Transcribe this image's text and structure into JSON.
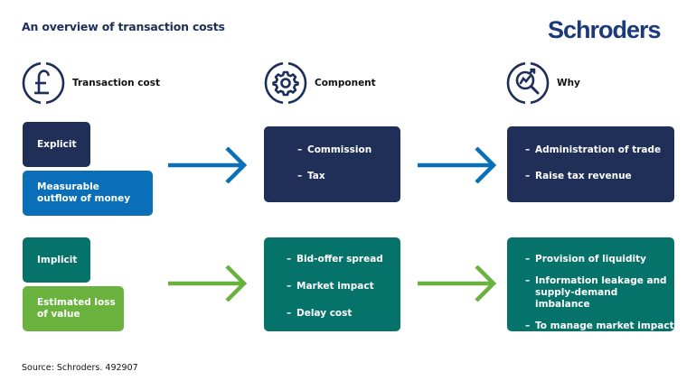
{
  "title": "An overview of transaction costs",
  "logo": "Schroders",
  "colors": {
    "navy": "#1f2f57",
    "blue": "#0a6fb8",
    "teal": "#06736a",
    "green": "#6ab23e",
    "title": "#1d2e5b",
    "logo": "#1a3a7a"
  },
  "columns": [
    {
      "label": "Transaction cost",
      "icon": "pound-sterling-icon"
    },
    {
      "label": "Component",
      "icon": "gear-icon"
    },
    {
      "label": "Why",
      "icon": "magnifier-chart-icon"
    }
  ],
  "rows": [
    {
      "type": "Explicit",
      "description": "Measurable outflow of money",
      "components": [
        "Commission",
        "Tax"
      ],
      "reasons": [
        "Administration of trade",
        "Raise tax revenue"
      ]
    },
    {
      "type": "Implicit",
      "description": "Estimated loss of value",
      "components": [
        "Bid-offer spread",
        "Market impact",
        "Delay cost"
      ],
      "reasons": [
        "Provision of liquidity",
        "Information leakage and supply-demand imbalance",
        "To manage market impact"
      ]
    }
  ],
  "dash": "–",
  "source": "Source: Schroders. 492907"
}
